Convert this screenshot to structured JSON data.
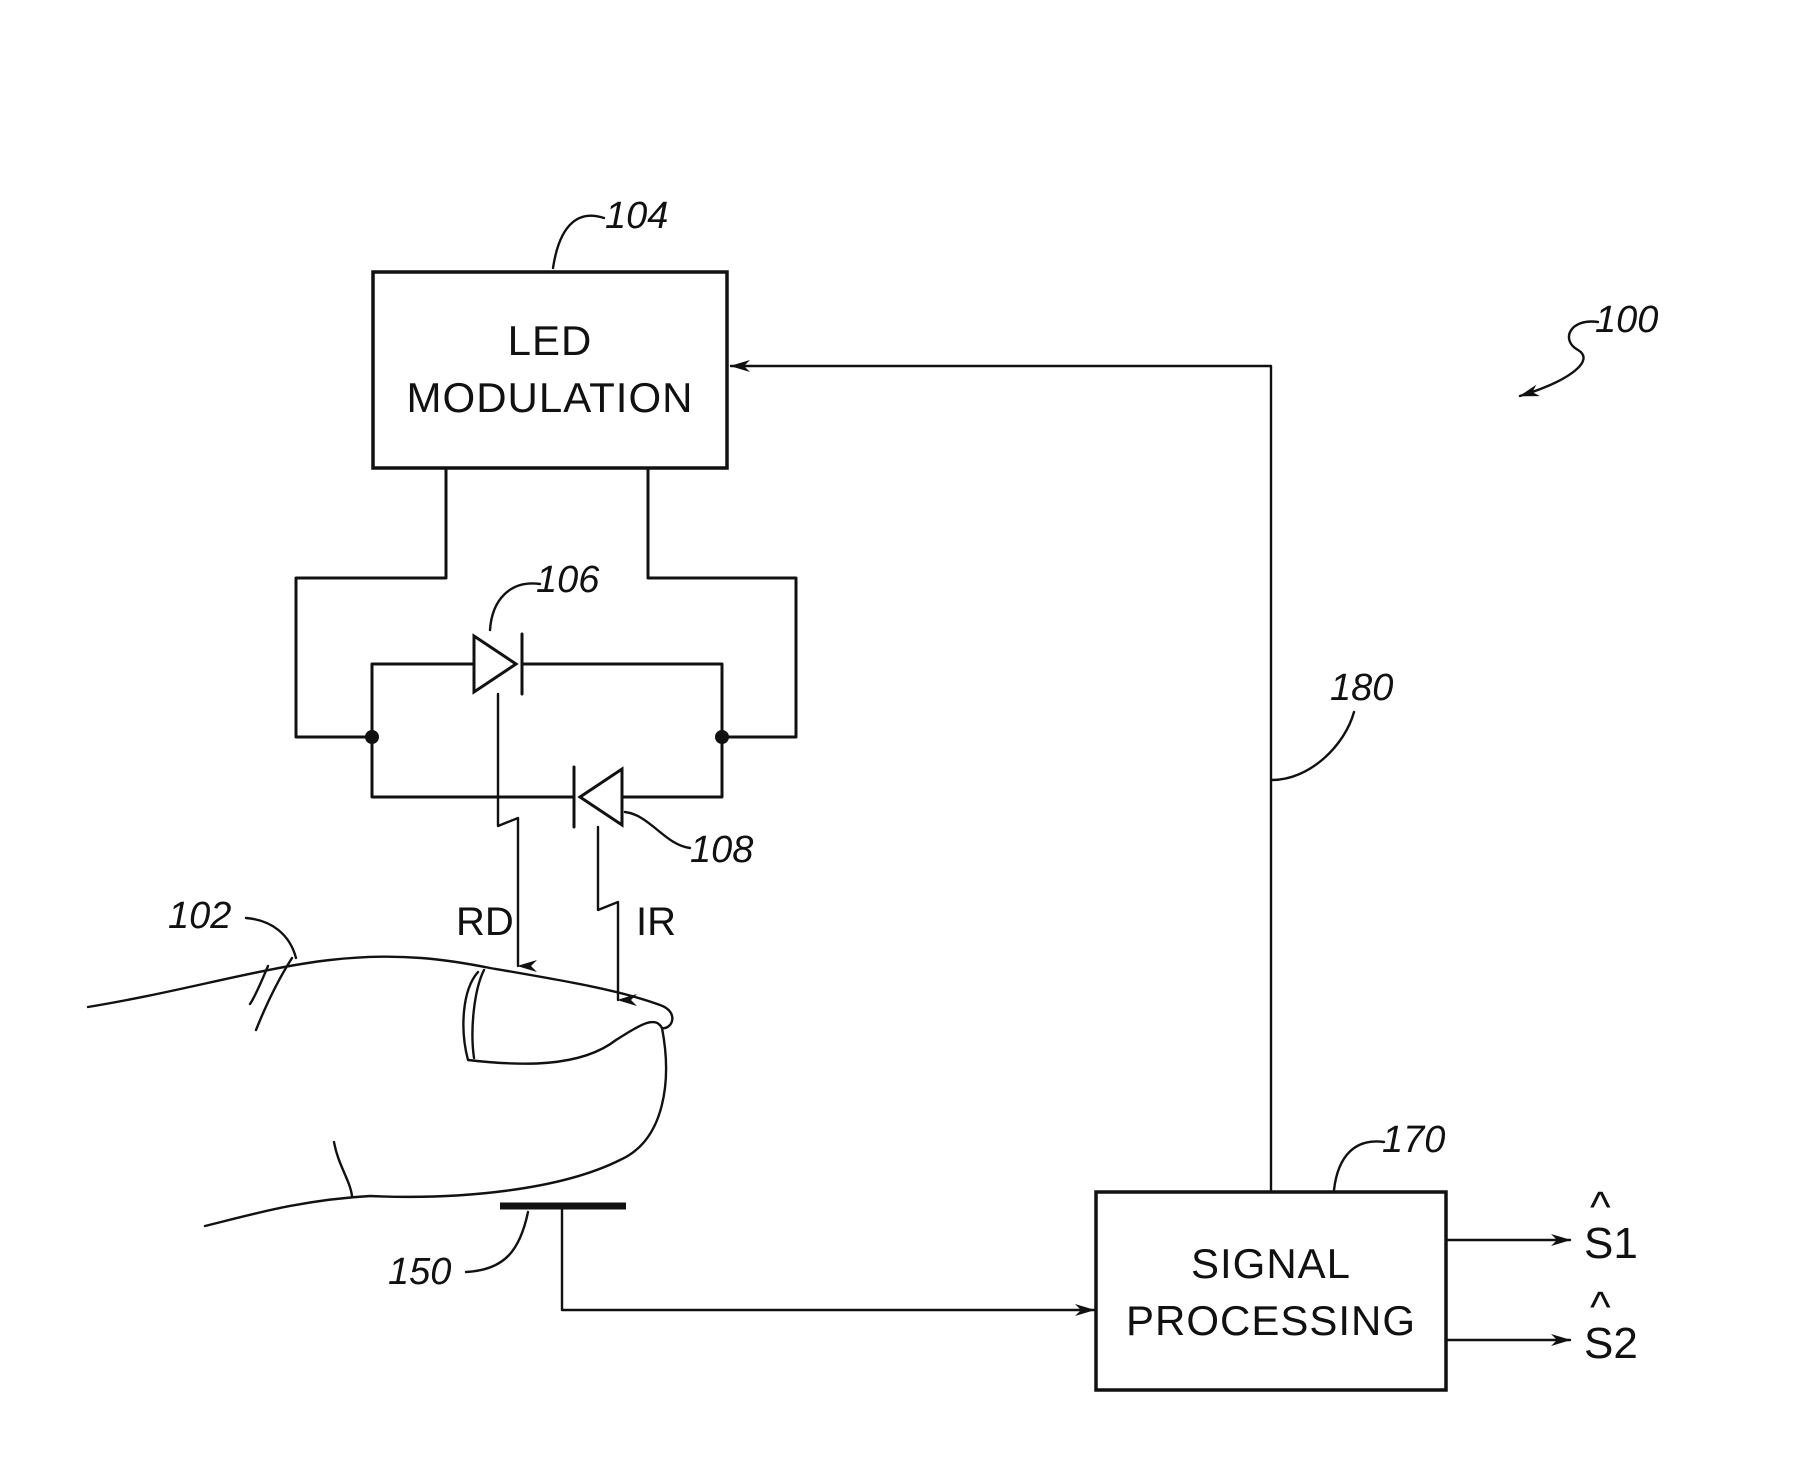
{
  "figure": {
    "system_ref": "100",
    "blocks": {
      "led_modulation": {
        "ref": "104",
        "line1": "LED",
        "line2": "MODULATION"
      },
      "signal_processing": {
        "ref": "170",
        "line1": "SIGNAL",
        "line2": "PROCESSING"
      }
    },
    "components": {
      "finger_ref": "102",
      "red_led_ref": "106",
      "ir_led_ref": "108",
      "detector_ref": "150",
      "feedback_line_ref": "180"
    },
    "light_labels": {
      "red": "RD",
      "infrared": "IR"
    },
    "outputs": [
      {
        "hat": "^",
        "label": "S1"
      },
      {
        "hat": "^",
        "label": "S2"
      }
    ]
  }
}
